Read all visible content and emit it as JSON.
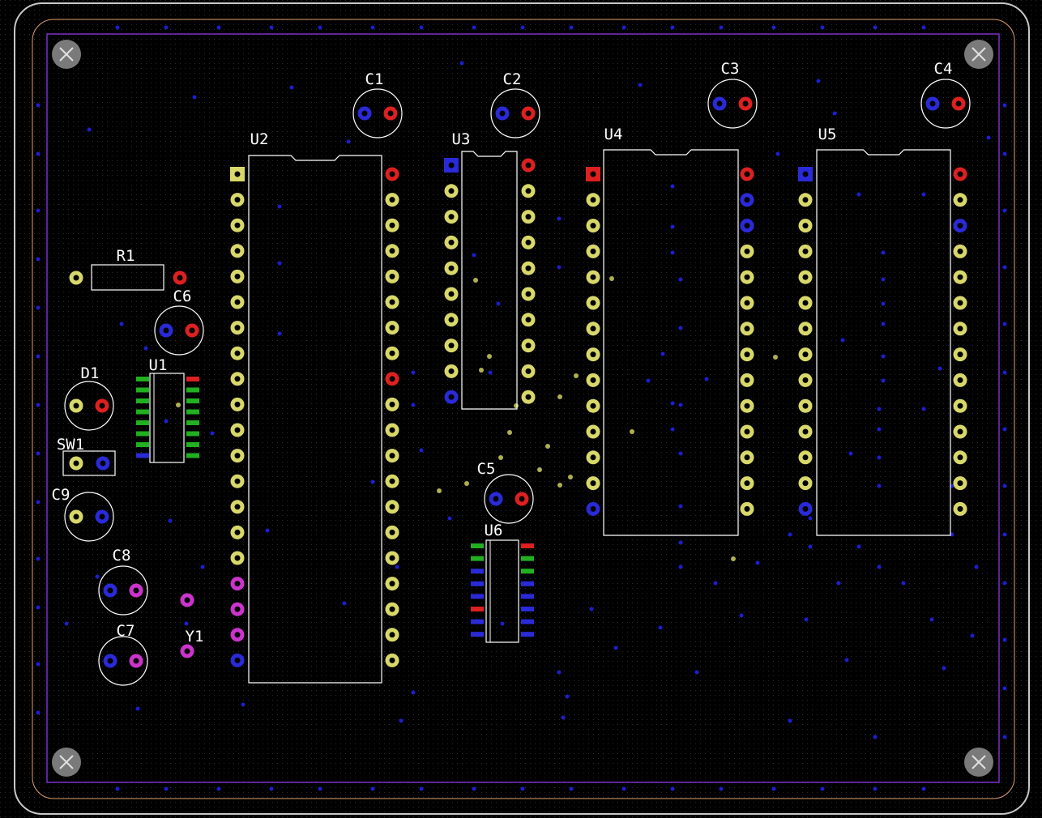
{
  "colors": {
    "background": "#000000",
    "grid_dot": "#2c2c2c",
    "board_outline": "#c8c8c8",
    "board_inner_outline": "#e0a070",
    "keepout": "#7a30c8",
    "silkscreen": "#ffffff",
    "pad_signal": "#d8d86a",
    "pad_power": "#dd2020",
    "pad_ground": "#2a2ad8",
    "pad_clock": "#cc33cc",
    "via_blue": "#1e1ed0",
    "via_yellow": "#b0b050",
    "smd_green": "#20b020",
    "mount_hole": "#7a7a7a"
  },
  "components": [
    {
      "ref": "C1",
      "label": "C1",
      "footprint": "capacitor-radial"
    },
    {
      "ref": "C2",
      "label": "C2",
      "footprint": "capacitor-radial"
    },
    {
      "ref": "C3",
      "label": "C3",
      "footprint": "capacitor-radial"
    },
    {
      "ref": "C4",
      "label": "C4",
      "footprint": "capacitor-radial"
    },
    {
      "ref": "C5",
      "label": "C5",
      "footprint": "capacitor-radial"
    },
    {
      "ref": "C6",
      "label": "C6",
      "footprint": "capacitor-radial"
    },
    {
      "ref": "C7",
      "label": "C7",
      "footprint": "capacitor-radial"
    },
    {
      "ref": "C8",
      "label": "C8",
      "footprint": "capacitor-radial"
    },
    {
      "ref": "C9",
      "label": "C9",
      "footprint": "capacitor-radial"
    },
    {
      "ref": "R1",
      "label": "R1",
      "footprint": "resistor-axial"
    },
    {
      "ref": "D1",
      "label": "D1",
      "footprint": "led-radial"
    },
    {
      "ref": "SW1",
      "label": "SW1",
      "footprint": "switch-2pin"
    },
    {
      "ref": "Y1",
      "label": "Y1",
      "footprint": "crystal-2pin"
    },
    {
      "ref": "U1",
      "label": "U1",
      "footprint": "soic-16"
    },
    {
      "ref": "U2",
      "label": "U2",
      "footprint": "dip-40"
    },
    {
      "ref": "U3",
      "label": "U3",
      "footprint": "dip-20"
    },
    {
      "ref": "U4",
      "label": "U4",
      "footprint": "dip-28"
    },
    {
      "ref": "U5",
      "label": "U5",
      "footprint": "dip-28"
    },
    {
      "ref": "U6",
      "label": "U6",
      "footprint": "soic-16"
    }
  ]
}
